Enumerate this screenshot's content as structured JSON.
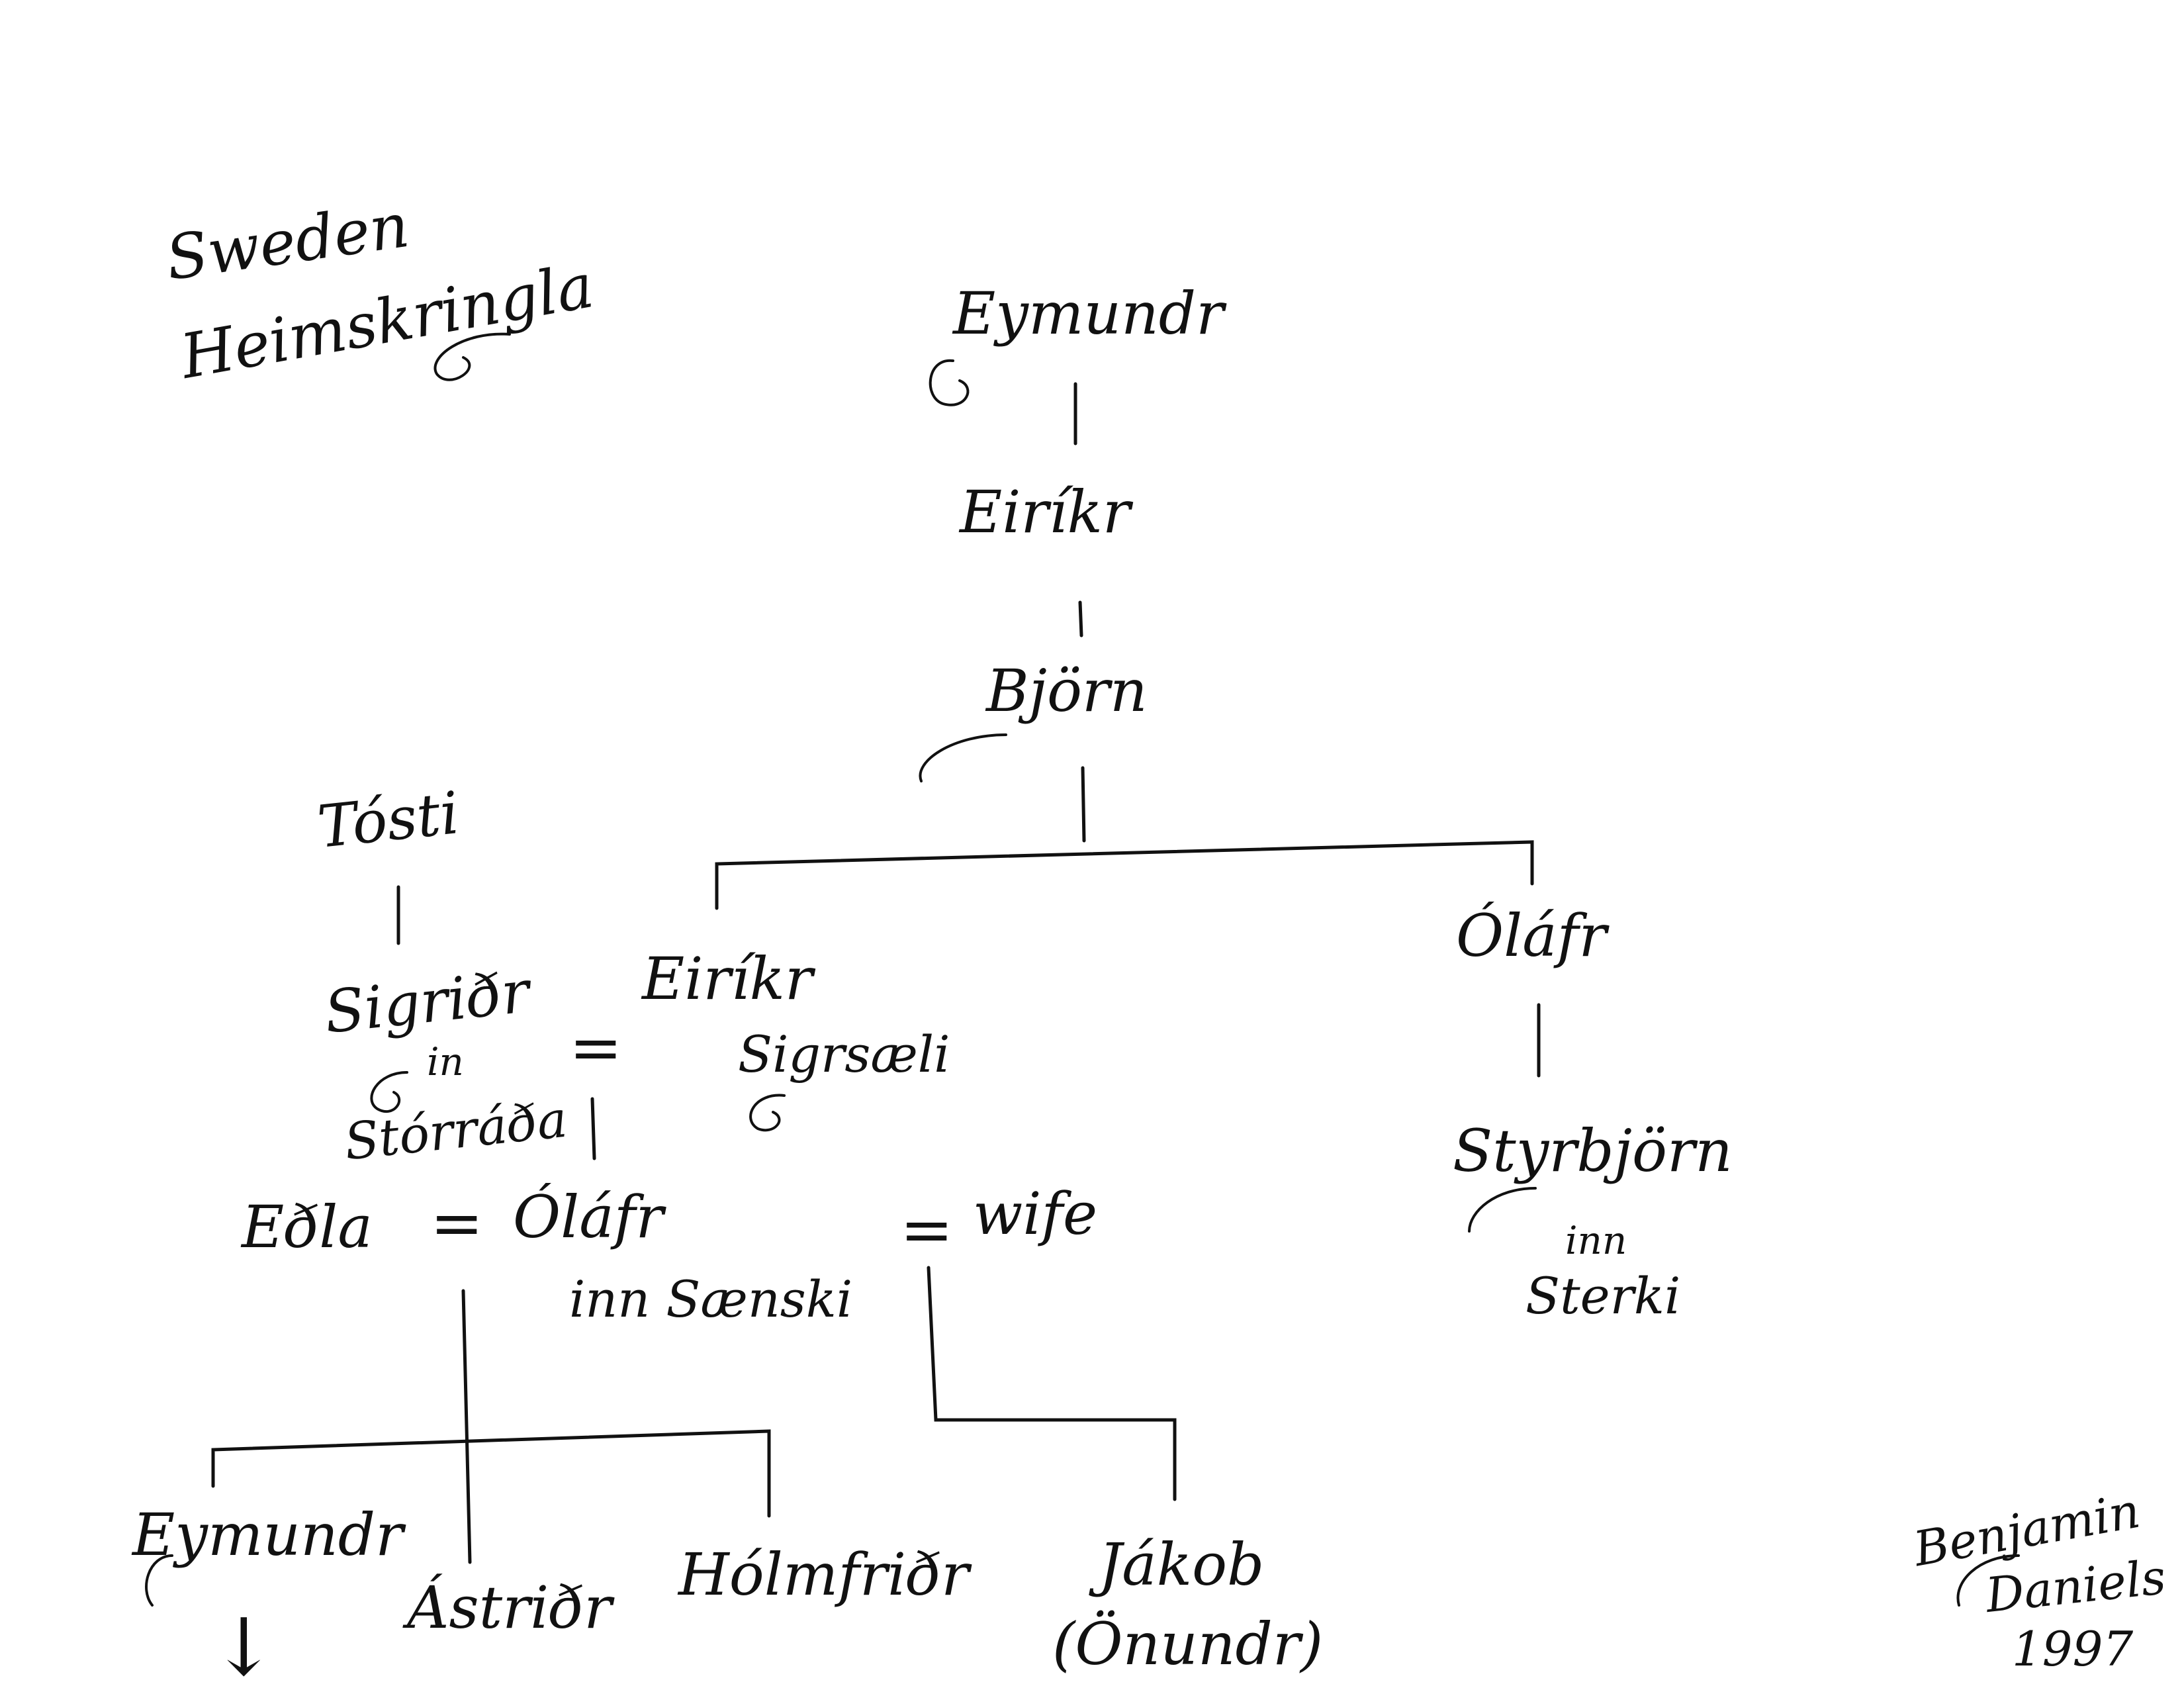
{
  "header": {
    "line1": "Sweden",
    "line2": "Heimskringla"
  },
  "tree": {
    "eymundr_top": "Eymundr",
    "eirikr_top": "Eiríkr",
    "bjorn": "Björn",
    "tosti": "Tósti",
    "sigridr": "Sigriðr",
    "sigridr_in": "in",
    "sigridr_epithet": "Stórráða",
    "eirikr_sigrsaeli": "Eiríkr",
    "eirikr_sigrsaeli_epithet": "Sigrsæli",
    "olafr_right": "Óláfr",
    "styrbjorn": "Styrbjörn",
    "styrbjorn_inn": "inn",
    "styrbjorn_epithet": "Sterki",
    "edla": "Eðla",
    "olafr_saenski": "Óláfr",
    "olafr_saenski_epithet": "inn Sænski",
    "wife": "wife",
    "eymundr_bottom": "Eymundr",
    "astridr": "Ástriðr",
    "holmfridr": "Hólmfriðr",
    "jakob": "Jákob",
    "onundr": "(Önundr)",
    "marriage_symbol": "=",
    "descent_arrow": "↓"
  },
  "signature": {
    "first": "Benjamin",
    "last": "Daniels",
    "year": "1997"
  }
}
